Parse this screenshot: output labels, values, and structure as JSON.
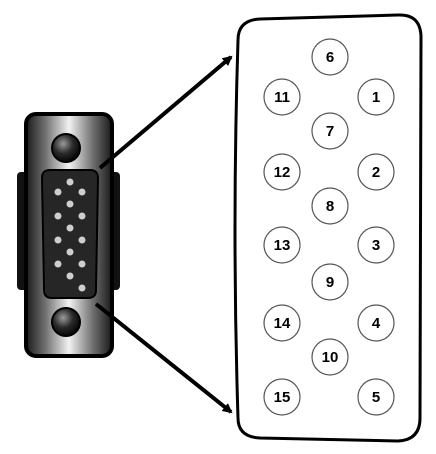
{
  "diagram": {
    "pins": [
      {
        "label": "6"
      },
      {
        "label": "11"
      },
      {
        "label": "1"
      },
      {
        "label": "7"
      },
      {
        "label": "12"
      },
      {
        "label": "2"
      },
      {
        "label": "8"
      },
      {
        "label": "13"
      },
      {
        "label": "3"
      },
      {
        "label": "9"
      },
      {
        "label": "14"
      },
      {
        "label": "4"
      },
      {
        "label": "10"
      },
      {
        "label": "15"
      },
      {
        "label": "5"
      }
    ],
    "colors": {
      "stroke": "#000000",
      "pin_fill": "#ffffff",
      "pin_outline": "#555555",
      "shell_dark": "#1a1a1a",
      "shell_light": "#e8e8e8"
    }
  }
}
